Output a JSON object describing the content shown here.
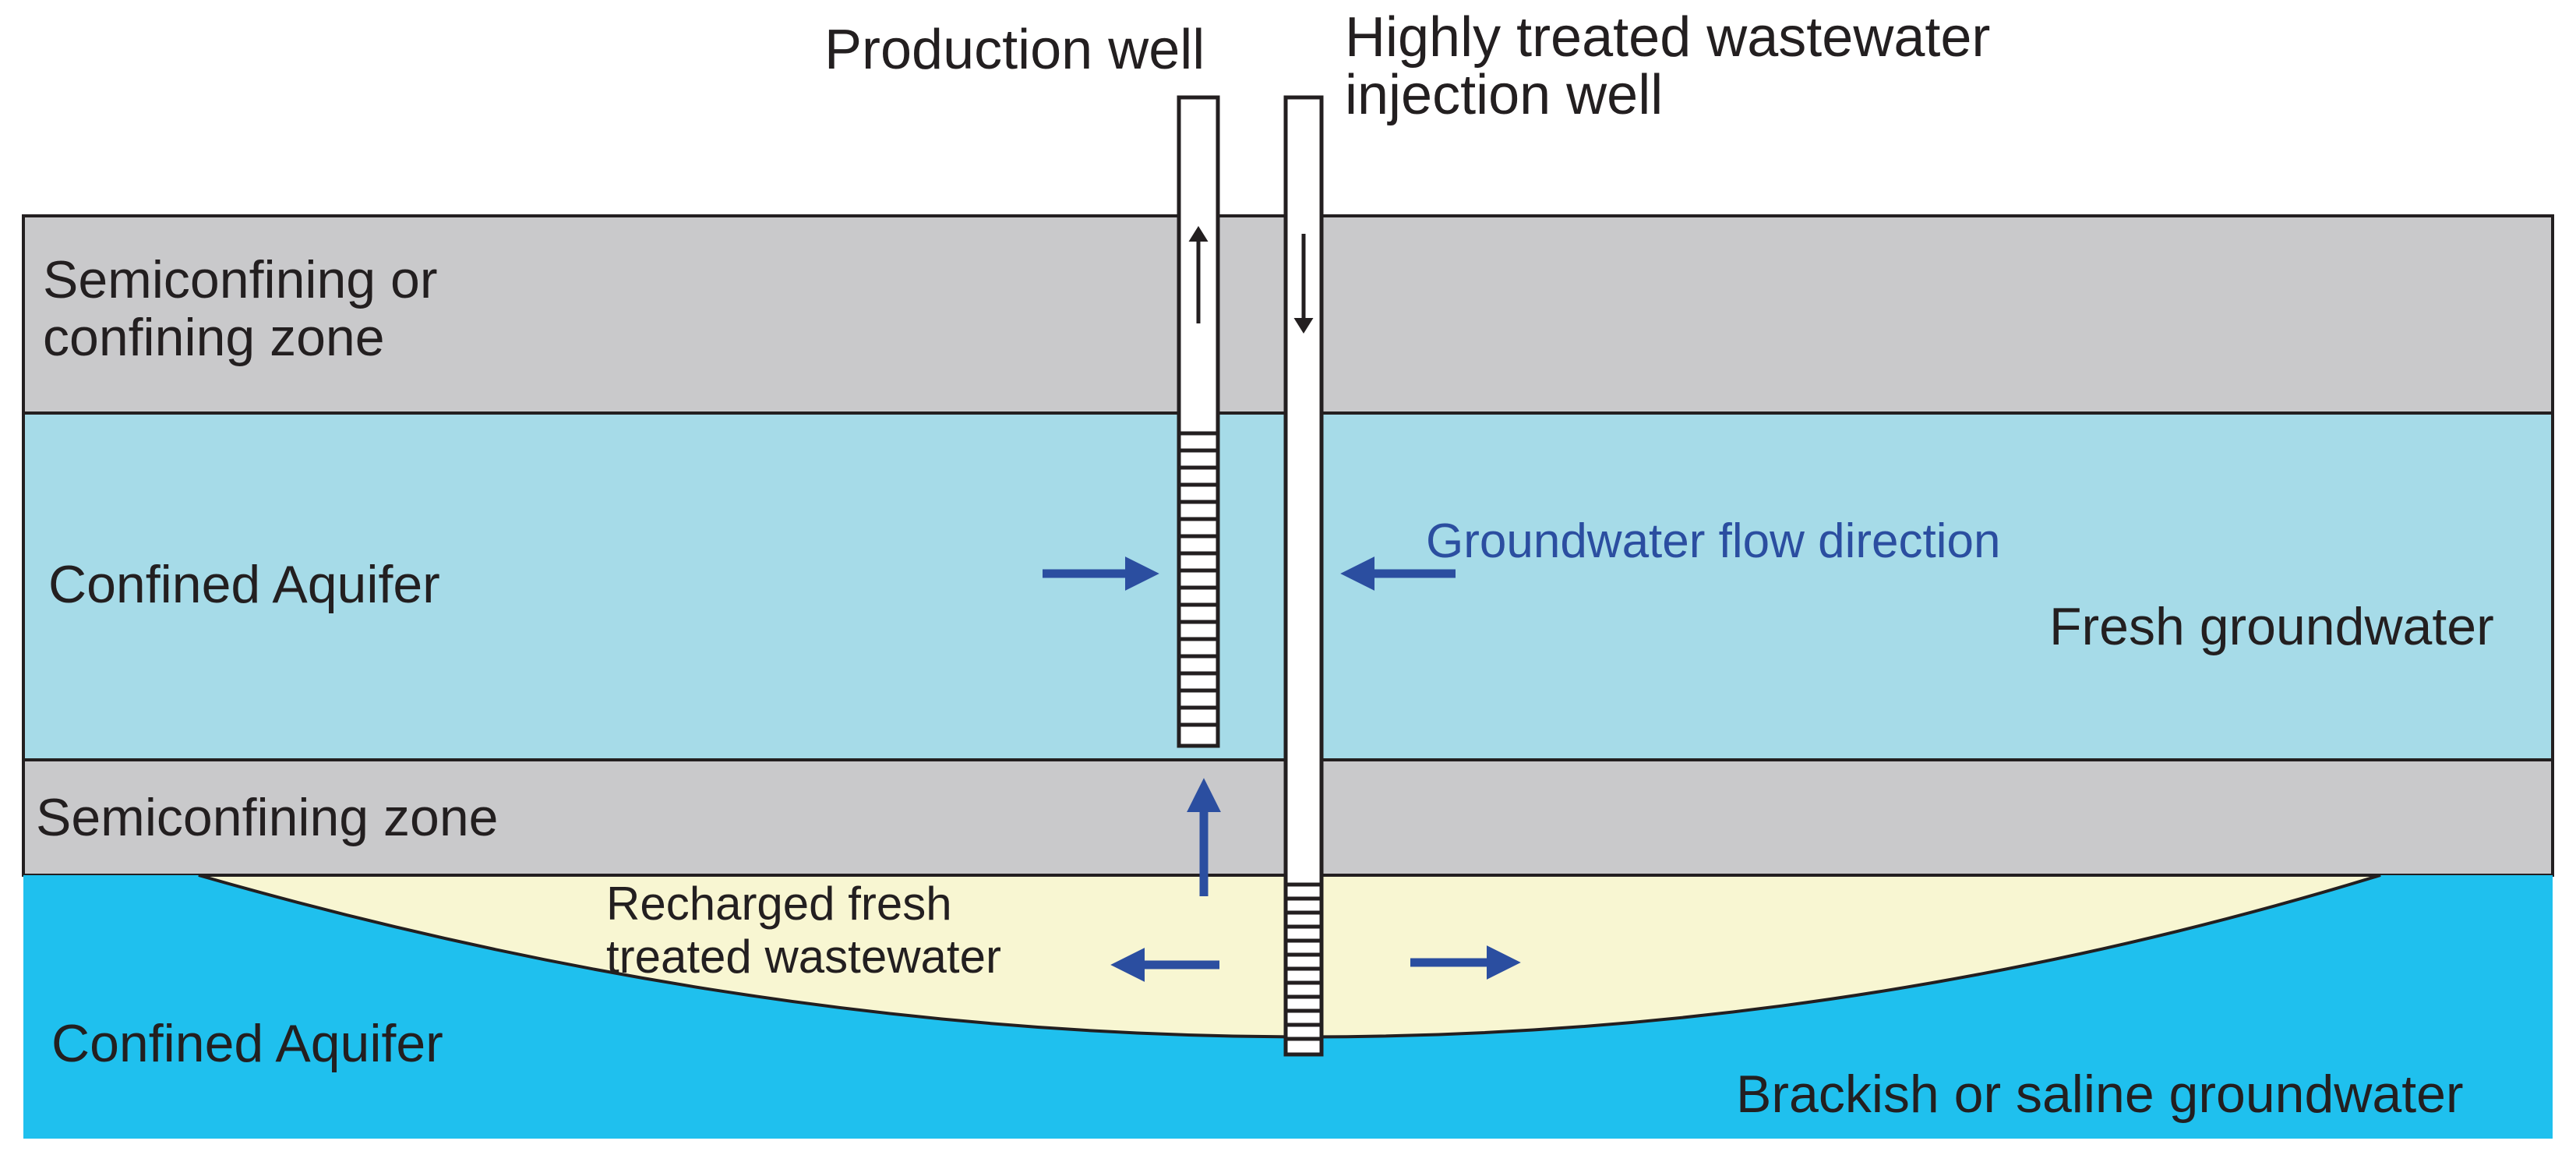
{
  "colors": {
    "confining": "#c9c9cb",
    "fresh_aquifer": "#a6dbe8",
    "saline_aquifer": "#1fc0ee",
    "recharge_plume": "#f8f6d2",
    "outline": "#231f20",
    "arrow": "#2b4ea0",
    "background": "#ffffff"
  },
  "wells": {
    "production": {
      "label": "Production well",
      "flow": "up"
    },
    "injection": {
      "label_line1": "Highly treated wastewater",
      "label_line2": "injection well",
      "flow": "down"
    }
  },
  "layers": {
    "top_confining": {
      "label_line1": "Semiconfining or",
      "label_line2": "confining zone"
    },
    "upper_aquifer": {
      "label": "Confined Aquifer",
      "water": "Fresh groundwater"
    },
    "middle_confining": {
      "label": "Semiconfining zone"
    },
    "lower_aquifer": {
      "label": "Confined Aquifer",
      "water": "Brackish or saline groundwater"
    }
  },
  "plume": {
    "label_line1": "Recharged fresh",
    "label_line2": "treated wastewater"
  },
  "flow": {
    "label": "Groundwater flow direction"
  }
}
